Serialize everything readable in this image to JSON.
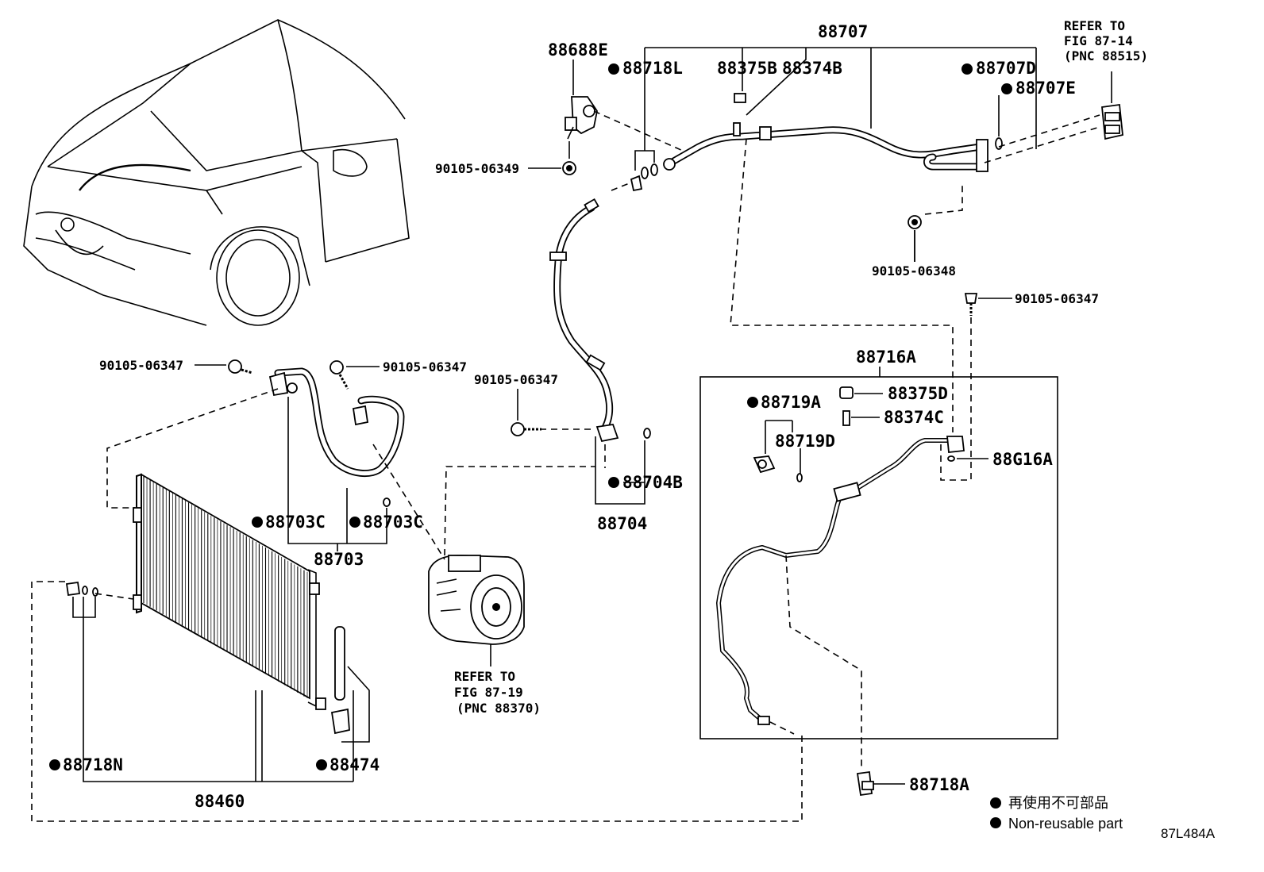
{
  "diagram": {
    "figure_code": "87L484A",
    "legend": {
      "chinese": "再使用不可部品",
      "english": "Non-reusable part"
    },
    "labels": {
      "p88707": "88707",
      "p88688E": "88688E",
      "p88718L": "88718L",
      "p88375B": "88375B",
      "p88374B": "88374B",
      "p88707D": "88707D",
      "p88707E": "88707E",
      "refer_1_line1": "REFER TO",
      "refer_1_line2": "FIG 87-14",
      "refer_1_line3": "(PNC 88515)",
      "b06349": "90105-06349",
      "b06348": "90105-06348",
      "b06347_right": "90105-06347",
      "b06347_left": "90105-06347",
      "b06347_mid": "90105-06347",
      "b06347_center": "90105-06347",
      "p88716A": "88716A",
      "p88719A": "88719A",
      "p88375D": "88375D",
      "p88374C": "88374C",
      "p88719D": "88719D",
      "p88G16A": "88G16A",
      "p88704B": "88704B",
      "p88704": "88704",
      "p88703C_l": "88703C",
      "p88703C_r": "88703C",
      "p88703": "88703",
      "refer_2_line1": "REFER TO",
      "refer_2_line2": "FIG 87-19",
      "refer_2_line3": "(PNC 88370)",
      "p88718N": "88718N",
      "p88474": "88474",
      "p88460": "88460",
      "p88718A": "88718A"
    }
  }
}
